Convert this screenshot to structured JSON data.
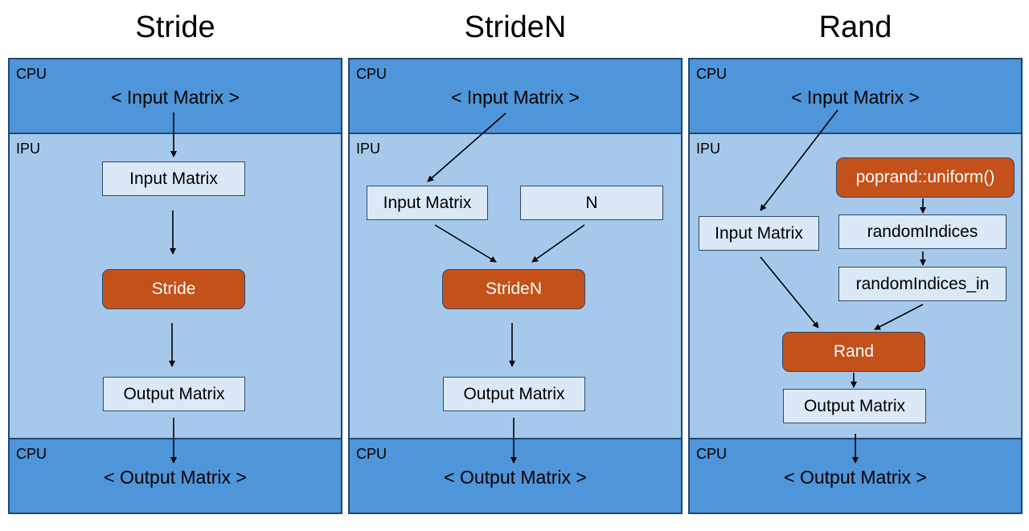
{
  "titles": [
    "Stride",
    "StrideN",
    "Rand"
  ],
  "labels": {
    "cpu": "CPU",
    "ipu": "IPU",
    "cpu_input": "< Input Matrix >",
    "cpu_output": "< Output Matrix >"
  },
  "stride": {
    "input": "Input Matrix",
    "op": "Stride",
    "output": "Output Matrix"
  },
  "striden": {
    "input": "Input Matrix",
    "n": "N",
    "op": "StrideN",
    "output": "Output Matrix"
  },
  "rand": {
    "uniform": "poprand::uniform()",
    "random_indices": "randomIndices",
    "random_indices_in": "randomIndices_in",
    "input": "Input Matrix",
    "op": "Rand",
    "output": "Output Matrix"
  },
  "colors": {
    "cpu": "#4e95d9",
    "ipu": "#a6c9eb",
    "data_node": "#dbe8f6",
    "op_node": "#c45119",
    "border": "#21466f"
  }
}
